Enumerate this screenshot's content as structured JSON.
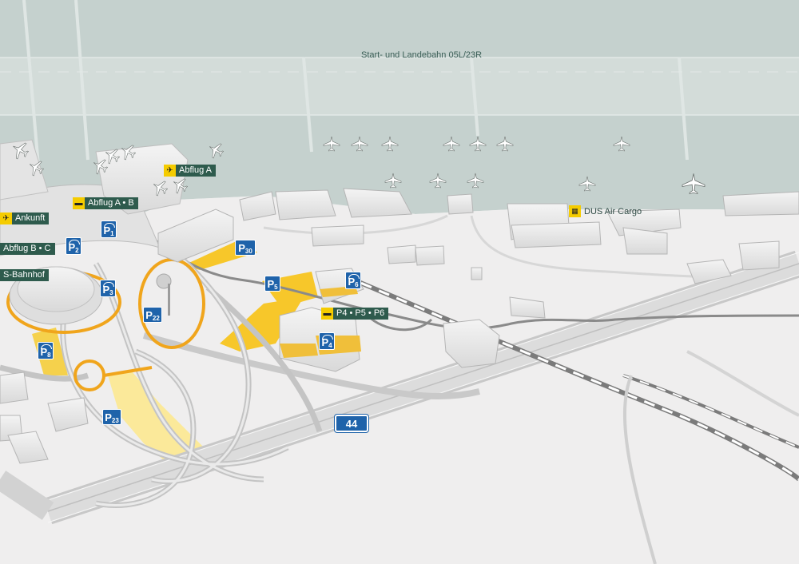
{
  "runway": {
    "label": "Start- und Landebahn 05L/23R"
  },
  "terminals": {
    "abflug_a": "Abflug A",
    "abflug_ab": "Abflug A • B",
    "ankunft": "Ankunft",
    "abflug_bc": "Abflug B • C",
    "s_bahnhof": "S-Bahnhof",
    "p456_station": "P4 • P5 • P6"
  },
  "cargo": {
    "label": "DUS Air Cargo"
  },
  "motorway": {
    "number": "44"
  },
  "parking": {
    "p1": {
      "letter": "P",
      "num": "1"
    },
    "p2": {
      "letter": "P",
      "num": "2"
    },
    "p3": {
      "letter": "P",
      "num": "3"
    },
    "p4": {
      "letter": "P",
      "num": "4"
    },
    "p5": {
      "letter": "P",
      "num": "5"
    },
    "p6": {
      "letter": "P",
      "num": "6"
    },
    "p8": {
      "letter": "P",
      "num": "8"
    },
    "p22": {
      "letter": "P",
      "num": "22"
    },
    "p23": {
      "letter": "P",
      "num": "23"
    },
    "p30": {
      "letter": "P",
      "num": "30"
    }
  },
  "icons": {
    "plane": "airplane-icon",
    "train": "skytrain-icon",
    "cargo": "cargo-icon"
  },
  "colors": {
    "label_bg": "#2e5b4d",
    "icon_yellow": "#f5cc00",
    "parking_blue": "#1f63aa",
    "parking_area": "#f7c72a",
    "apron": "#c7d2cf"
  }
}
